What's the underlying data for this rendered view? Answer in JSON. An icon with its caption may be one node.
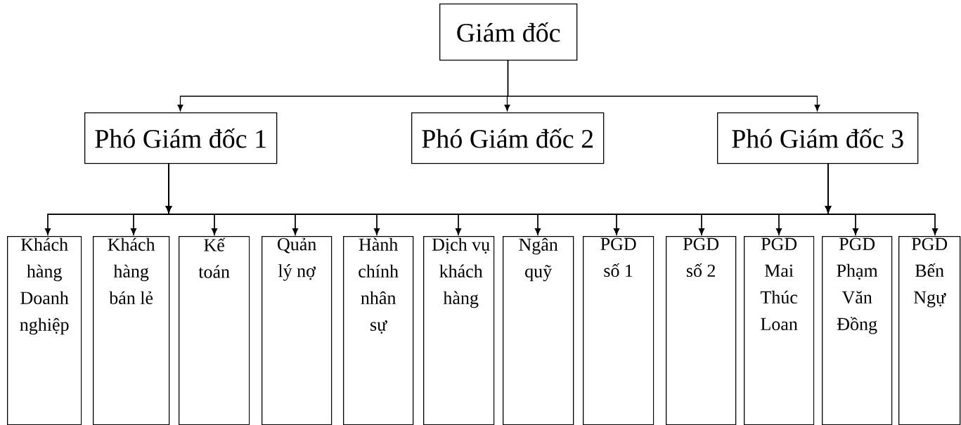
{
  "diagram": {
    "nodes": [
      {
        "text": [
          "Giám đốc"
        ]
      },
      {
        "text": [
          "Phó Giám đốc 1"
        ]
      },
      {
        "text": [
          "Phó Giám đốc 2"
        ]
      },
      {
        "text": [
          "Phó Giám đốc 3"
        ]
      },
      {
        "text": [
          "Khách hàng Doanh nghiệp"
        ]
      },
      {
        "text": [
          "Khách hàng bán lẻ"
        ]
      },
      {
        "text": [
          "Kế toán"
        ]
      },
      {
        "text": [
          "Quản lý nợ"
        ]
      },
      {
        "text": [
          "Hành chính nhân sự"
        ]
      },
      {
        "text": [
          "Dịch vụ khách hàng"
        ]
      },
      {
        "text": [
          "Ngân quỹ"
        ]
      },
      {
        "text": [
          "PGD số 1"
        ]
      },
      {
        "text": [
          "PGD số 2"
        ]
      },
      {
        "text": [
          "PGD Mai Thúc Loan"
        ]
      },
      {
        "text": [
          "PGD Phạm Văn Đồng"
        ]
      },
      {
        "text": [
          "PGD Bến Ngự"
        ]
      }
    ],
    "edges": [
      {
        "from": 0,
        "to": 1,
        "arrow": "to"
      },
      {
        "from": 0,
        "to": 2,
        "arrow": "to"
      },
      {
        "from": 0,
        "to": 3,
        "arrow": "to"
      },
      {
        "from": 1,
        "to": 4,
        "arrow": "to"
      },
      {
        "from": 1,
        "to": 5,
        "arrow": "to"
      },
      {
        "from": 1,
        "to": 6,
        "arrow": "to"
      },
      {
        "from": 1,
        "to": 7,
        "arrow": "to"
      },
      {
        "from": 1,
        "to": 8,
        "arrow": "to"
      },
      {
        "from": 1,
        "to": 9,
        "arrow": "to"
      },
      {
        "from": 1,
        "to": 10,
        "arrow": "to"
      },
      {
        "from": 1,
        "to": 11,
        "arrow": "to"
      },
      {
        "from": 1,
        "to": 12,
        "arrow": "to"
      },
      {
        "from": 1,
        "to": 13,
        "arrow": "to"
      },
      {
        "from": 1,
        "to": 14,
        "arrow": "to"
      },
      {
        "from": 1,
        "to": 15,
        "arrow": "to"
      },
      {
        "from": 3,
        "to": 4,
        "arrow": "to"
      },
      {
        "from": 3,
        "to": 5,
        "arrow": "to"
      },
      {
        "from": 3,
        "to": 6,
        "arrow": "to"
      },
      {
        "from": 3,
        "to": 7,
        "arrow": "to"
      },
      {
        "from": 3,
        "to": 8,
        "arrow": "to"
      },
      {
        "from": 3,
        "to": 9,
        "arrow": "to"
      },
      {
        "from": 3,
        "to": 10,
        "arrow": "to"
      },
      {
        "from": 3,
        "to": 11,
        "arrow": "to"
      },
      {
        "from": 3,
        "to": 12,
        "arrow": "to"
      },
      {
        "from": 3,
        "to": 13,
        "arrow": "to"
      },
      {
        "from": 3,
        "to": 14,
        "arrow": "to"
      },
      {
        "from": 3,
        "to": 15,
        "arrow": "to"
      }
    ]
  }
}
